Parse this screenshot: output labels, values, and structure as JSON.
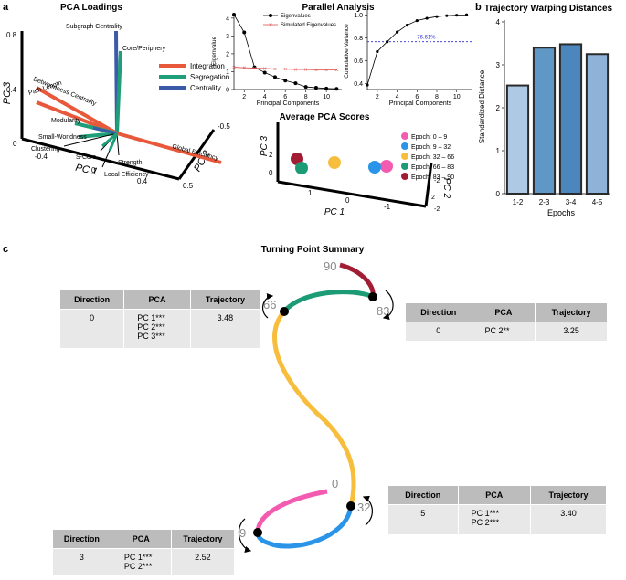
{
  "panel_labels": {
    "a": "a",
    "b": "b",
    "c": "c"
  },
  "chart_data": [
    {
      "id": "pca_loadings",
      "type": "3d-biplot",
      "title": "PCA Loadings",
      "axes": {
        "x": "PC 1",
        "y": "PC 2",
        "z": "PC 3"
      },
      "ticks": {
        "z": [
          "0.8",
          "0.4",
          "0"
        ],
        "x": [
          "-0.4",
          "0",
          "0.4"
        ],
        "y": [
          "0.5",
          "-0.5"
        ]
      },
      "legend": [
        {
          "name": "Integration",
          "color": "#e8583a"
        },
        {
          "name": "Segregation",
          "color": "#1f9e7a"
        },
        {
          "name": "Centrality",
          "color": "#3b5aa8"
        }
      ],
      "loadings": [
        {
          "label": "Subgraph Centrality",
          "group": "Centrality"
        },
        {
          "label": "Core/Periphery",
          "group": "Segregation"
        },
        {
          "label": "Betweenness Centrality",
          "group": "Integration"
        },
        {
          "label": "Path Length",
          "group": "Integration"
        },
        {
          "label": "Modularity",
          "group": "Segregation"
        },
        {
          "label": "Small-Worldness",
          "group": "Segregation"
        },
        {
          "label": "Global Efficiency",
          "group": "Integration"
        },
        {
          "label": "Clustering",
          "group": "Segregation"
        },
        {
          "label": "S-Core",
          "group": "Segregation"
        },
        {
          "label": "Strength",
          "group": "Centrality"
        },
        {
          "label": "Local Efficiency",
          "group": "Segregation"
        }
      ]
    },
    {
      "id": "parallel_analysis_eigen",
      "type": "line",
      "title": "Parallel Analysis",
      "xlabel": "Principal Components",
      "ylabel": "Eigenvalue",
      "xlim": [
        1,
        11.5
      ],
      "ylim": [
        0,
        4.3
      ],
      "xticks": [
        2,
        4,
        6,
        8,
        10
      ],
      "yticks": [
        0,
        1,
        2,
        3,
        4
      ],
      "series": [
        {
          "name": "Eigenvalues",
          "color": "#000000",
          "x": [
            1,
            2,
            3,
            4,
            5,
            6,
            7,
            8,
            9,
            10,
            11
          ],
          "values": [
            4.2,
            3.2,
            1.25,
            0.95,
            0.7,
            0.5,
            0.35,
            0.15,
            0.1,
            0.06,
            0.04
          ]
        },
        {
          "name": "Simulated Eigenvalues",
          "color": "#e05050",
          "x": [
            1,
            2,
            3,
            4,
            5,
            6,
            7,
            8,
            9,
            10,
            11
          ],
          "values": [
            1.25,
            1.22,
            1.2,
            1.18,
            1.16,
            1.14,
            1.13,
            1.12,
            1.11,
            1.1,
            1.09
          ]
        }
      ]
    },
    {
      "id": "parallel_analysis_cumvar",
      "type": "line",
      "xlabel": "Principal Components",
      "ylabel": "Cumulative Variance",
      "xlim": [
        1,
        11.5
      ],
      "ylim": [
        0.35,
        1.05
      ],
      "xticks": [
        2,
        4,
        6,
        8,
        10
      ],
      "yticks": [
        0.4,
        0.6,
        0.8,
        1.0
      ],
      "ytick_labels": [
        "0.4",
        "0.6",
        "0.8",
        "1.0"
      ],
      "annotation": "76.61%",
      "reference_y": 0.7661,
      "series": [
        {
          "name": "Cumulative Variance",
          "color": "#000000",
          "x": [
            1,
            2,
            3,
            4,
            5,
            6,
            7,
            8,
            9,
            10,
            11
          ],
          "values": [
            0.39,
            0.68,
            0.7661,
            0.85,
            0.91,
            0.95,
            0.97,
            0.985,
            0.993,
            0.997,
            1.0
          ]
        }
      ]
    },
    {
      "id": "average_pca_scores",
      "type": "scatter",
      "title": "Average PCA Scores",
      "axes": {
        "x": "PC 1",
        "y": "PC 2",
        "z": "PC 3"
      },
      "ticks": {
        "x": [
          "1",
          "0",
          "-1"
        ],
        "y": [
          "-2",
          "2",
          "-2"
        ],
        "z": [
          "2",
          "0"
        ]
      },
      "series": [
        {
          "name": "Epoch: 0 – 9",
          "color": "#f25bb0"
        },
        {
          "name": "Epoch: 9 – 32",
          "color": "#2a95e8"
        },
        {
          "name": "Epoch: 32 – 66",
          "color": "#f6be3c"
        },
        {
          "name": "Epoch: 66 – 83",
          "color": "#1c9c76"
        },
        {
          "name": "Epoch: 83 – 90",
          "color": "#a21d33"
        }
      ]
    },
    {
      "id": "trajectory_warping",
      "type": "bar",
      "title": "Trajectory Warping Distances",
      "xlabel": "Epochs",
      "ylabel": "Standardized Distance",
      "categories": [
        "1-2",
        "2-3",
        "3-4",
        "4-5"
      ],
      "values": [
        2.52,
        3.4,
        3.48,
        3.25
      ],
      "ylim": [
        0,
        4
      ],
      "yticks": [
        0,
        1,
        2,
        3,
        4
      ],
      "colors": [
        "#aec9e3",
        "#5f97c6",
        "#4b86bd",
        "#8fb3d8"
      ]
    }
  ],
  "turning_point": {
    "title": "Turning Point Summary",
    "epoch_labels": [
      "90",
      "66",
      "83",
      "0",
      "32",
      "9"
    ],
    "segment_colors": [
      "#f25bb0",
      "#2a95e8",
      "#f6be3c",
      "#1c9c76",
      "#a21d33"
    ],
    "tables": [
      {
        "headers": [
          "Direction",
          "PCA",
          "Trajectory"
        ],
        "direction": "0",
        "pca": [
          "PC 1***",
          "PC 2***",
          "PC 3***"
        ],
        "trajectory": "3.48"
      },
      {
        "headers": [
          "Direction",
          "PCA",
          "Trajectory"
        ],
        "direction": "0",
        "pca": [
          "PC 2**"
        ],
        "trajectory": "3.25"
      },
      {
        "headers": [
          "Direction",
          "PCA",
          "Trajectory"
        ],
        "direction": "5",
        "pca": [
          "PC 1***",
          "PC 2***"
        ],
        "trajectory": "3.40"
      },
      {
        "headers": [
          "Direction",
          "PCA",
          "Trajectory"
        ],
        "direction": "3",
        "pca": [
          "PC 1***",
          "PC 2***"
        ],
        "trajectory": "2.52"
      }
    ]
  }
}
